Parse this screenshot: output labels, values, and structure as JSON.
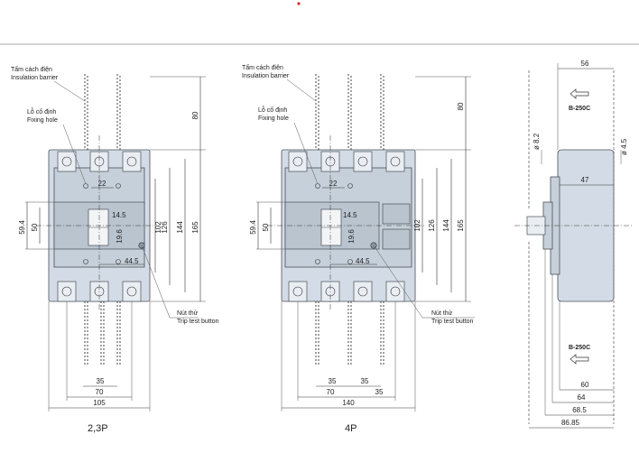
{
  "labels": {
    "insulation_vi": "Tấm cách điện",
    "insulation_en": "Insulation barrier",
    "fixing_vi": "Lỗ cố định",
    "fixing_en": "Fixing hole",
    "trip_vi": "Nút thử",
    "trip_en": "Trip test button",
    "brand": "B-250C"
  },
  "captions": {
    "left": "2,3P",
    "middle": "4P"
  },
  "dims": {
    "d80": "80",
    "d22": "22",
    "d14_5": "14.5",
    "d19_6": "19.6",
    "d44_5": "44.5",
    "d59_4": "59.4",
    "d50": "50",
    "d102": "102",
    "d126": "126",
    "d144": "144",
    "d165": "165",
    "d35": "35",
    "d70": "70",
    "d105": "105",
    "d140": "140",
    "d56": "56",
    "d8_2": "ø 8.2",
    "d4_5": "ø 4.5",
    "d47": "47",
    "d60": "60",
    "d64": "64",
    "d68_5": "68.5",
    "d86_85": "86.85"
  },
  "colors": {
    "body": "#d3dce6",
    "line": "#333333",
    "accent_dot": "#e0262b"
  }
}
